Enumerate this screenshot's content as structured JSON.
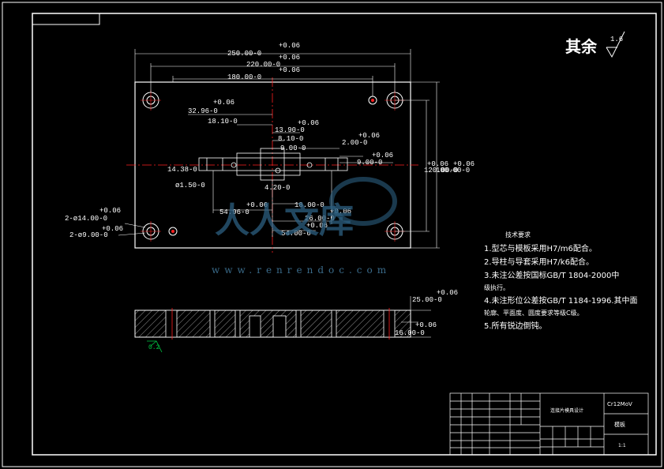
{
  "finish_mark": {
    "label": "其余",
    "value": "1.6"
  },
  "plan_dims": {
    "d250": "250.00-0",
    "d250_tol": "+0.06",
    "d220": "220.00-0",
    "d220_tol": "+0.06",
    "d180": "180.00-0",
    "d180_tol": "+0.06",
    "d32_96": "32.96-0",
    "d32_96_tol": "+0.06",
    "d18_10": "18.10-0",
    "d13_90": "13.90-0",
    "d13_90_tol": "+0.06",
    "d8_10": "8.10-0",
    "d9_00": "9.00-0",
    "d2_00": "2.00-0",
    "d2_00_tol": "+0.06",
    "d9_00b": "9.00-0",
    "d9_00b_tol": "+0.06",
    "d14_38": "14.38-0",
    "phi1_50": "ø1.50-0",
    "d4_20": "4.20-0",
    "d54_96": "54.96-0",
    "d54_96_tol": "+0.06",
    "d26_00": "26.00-0",
    "d26_00_tol": "+0.06",
    "d18_00": "18.00-0",
    "d54_00": "54.00-0",
    "d54_00_tol": "+0.06",
    "d120": "120.00-0",
    "d100": "100.00-0",
    "d120_tol": "+0.06",
    "d100_tol": "+0.06",
    "hole14": "2-ø14.00-0",
    "hole14_tol": "+0.06",
    "hole9": "2-ø9.00-0",
    "hole9_tol": "+0.06"
  },
  "section_dims": {
    "d25": "25.00-0",
    "d25_tol": "+0.06",
    "d16": "16.00-0",
    "d16_tol": "+0.06",
    "roughness": "0.2"
  },
  "tech_requirements": {
    "title": "技术要求",
    "items": [
      "1.型芯与模板采用H7/m6配合。",
      "2.导柱与导套采用H7/k6配合。",
      "3.未注公差按国标GB/T 1804-2000中",
      "    级执行。",
      "4.未注形位公差按GB/T 1184-1996.其中面",
      "    轮廓、平面度、圆度要求等级C级。",
      "5.所有锐边倒钝。"
    ]
  },
  "title_block": {
    "material": "Cr12MoV",
    "drawing_title": "模板",
    "design_title": "连接片模具设计",
    "sheet": "1:1"
  },
  "watermark": {
    "text": "www.renrendoc.com",
    "chars": "人人文库"
  },
  "colors": {
    "line": "#ffffff",
    "center": "#ff2020",
    "accent": "#00cc44",
    "watermark": "#2c5f80"
  }
}
